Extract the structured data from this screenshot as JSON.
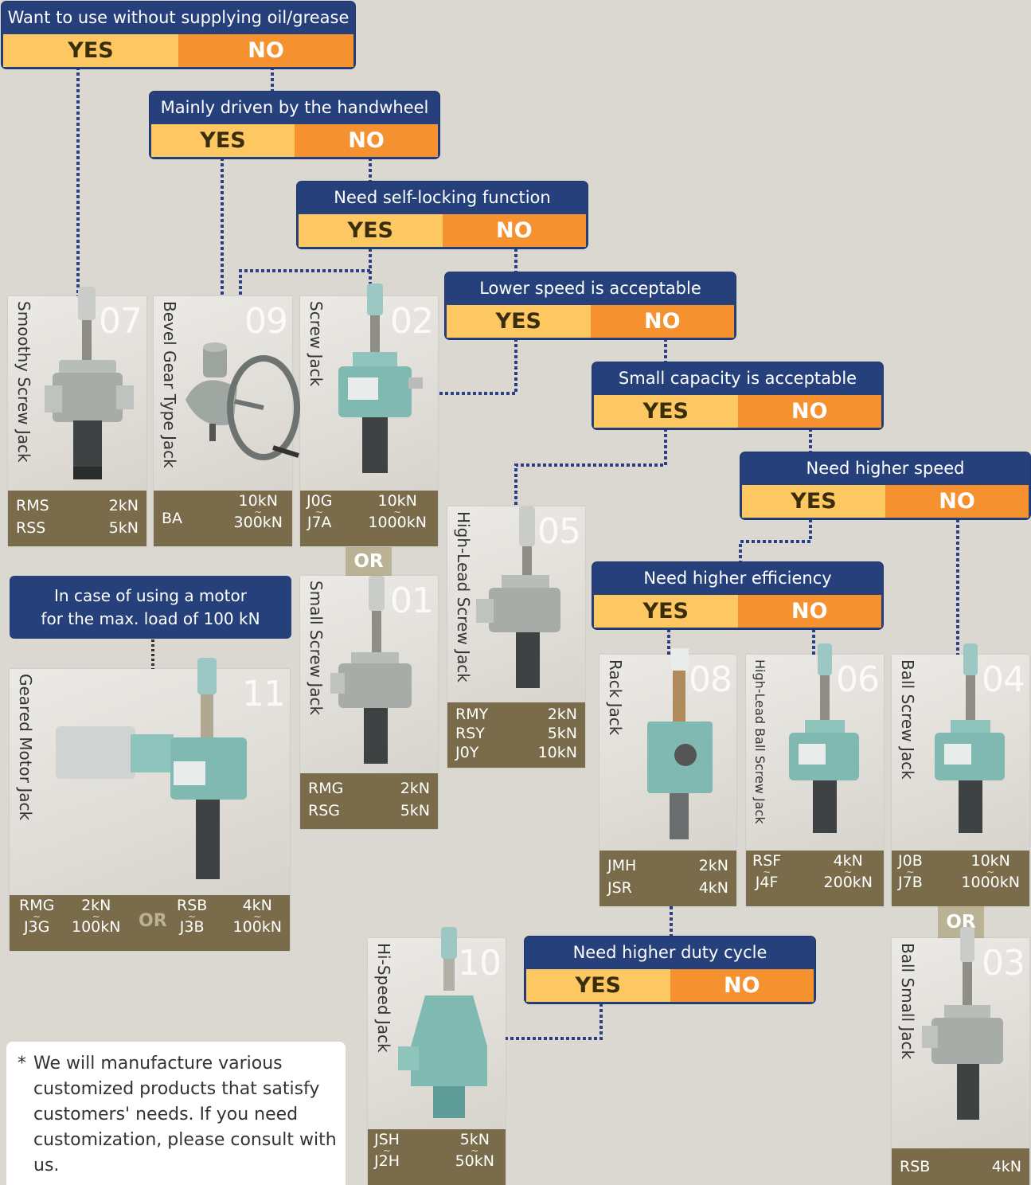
{
  "questions": [
    {
      "id": "oil",
      "text": "Want to use without supplying oil/grease",
      "yes": "YES",
      "no": "NO"
    },
    {
      "id": "handwheel",
      "text": "Mainly driven by the handwheel",
      "yes": "YES",
      "no": "NO"
    },
    {
      "id": "selflock",
      "text": "Need self-locking function",
      "yes": "YES",
      "no": "NO"
    },
    {
      "id": "lowspeed",
      "text": "Lower speed is acceptable",
      "yes": "YES",
      "no": "NO"
    },
    {
      "id": "smallcap",
      "text": "Small capacity is acceptable",
      "yes": "YES",
      "no": "NO"
    },
    {
      "id": "highspeed",
      "text": "Need higher speed",
      "yes": "YES",
      "no": "NO"
    },
    {
      "id": "efficiency",
      "text": "Need higher efficiency",
      "yes": "YES",
      "no": "NO"
    },
    {
      "id": "duty",
      "text": "Need higher duty cycle",
      "yes": "YES",
      "no": "NO"
    }
  ],
  "motor_question": {
    "line1": "In case of using a motor",
    "line2": "for the max. load of 100 kN"
  },
  "or_label": "OR",
  "tilde": "~",
  "products": {
    "p07": {
      "num": "07",
      "name": "Smoothy Screw Jack",
      "rows": [
        [
          "RMS",
          "2kN"
        ],
        [
          "RSS",
          "5kN"
        ]
      ]
    },
    "p09": {
      "num": "09",
      "name": "Bevel Gear Type Jack",
      "model": "BA",
      "cap_from": "10kN",
      "cap_to": "300kN"
    },
    "p02": {
      "num": "02",
      "name": "Screw Jack",
      "model_from": "J0G",
      "model_to": "J7A",
      "cap_from": "10kN",
      "cap_to": "1000kN"
    },
    "p01": {
      "num": "01",
      "name": "Small Screw Jack",
      "rows": [
        [
          "RMG",
          "2kN"
        ],
        [
          "RSG",
          "5kN"
        ]
      ]
    },
    "p05": {
      "num": "05",
      "name": "High-Lead Screw Jack",
      "rows": [
        [
          "RMY",
          "2kN"
        ],
        [
          "RSY",
          "5kN"
        ],
        [
          "J0Y",
          "10kN"
        ]
      ]
    },
    "p08": {
      "num": "08",
      "name": "Rack Jack",
      "rows": [
        [
          "JMH",
          "2kN"
        ],
        [
          "JSR",
          "4kN"
        ]
      ]
    },
    "p06": {
      "num": "06",
      "name": "High-Lead Ball Screw Jack",
      "model_from": "RSF",
      "model_to": "J4F",
      "cap_from": "4kN",
      "cap_to": "200kN"
    },
    "p04": {
      "num": "04",
      "name": "Ball Screw Jack",
      "model_from": "J0B",
      "model_to": "J7B",
      "cap_from": "10kN",
      "cap_to": "1000kN"
    },
    "p03": {
      "num": "03",
      "name": "Ball Small Jack",
      "rows": [
        [
          "RSB",
          "4kN"
        ]
      ]
    },
    "p10": {
      "num": "10",
      "name": "Hi-Speed Jack",
      "model_from": "JSH",
      "model_to": "J2H",
      "cap_from": "5kN",
      "cap_to": "50kN"
    },
    "p11": {
      "num": "11",
      "name": "Geared Motor Jack",
      "a_model_from": "RMG",
      "a_model_to": "J3G",
      "a_cap_from": "2kN",
      "a_cap_to": "100kN",
      "b_model_from": "RSB",
      "b_model_to": "J3B",
      "b_cap_from": "4kN",
      "b_cap_to": "100kN"
    }
  },
  "note": {
    "mark": "*",
    "text": "We will manufacture various customized products that satisfy customers' needs. If you need customization, please consult with us."
  },
  "colors": {
    "question_bg": "#25407a",
    "yes_bg": "#fdc762",
    "no_bg": "#f5922f",
    "footer_bg": "#7a6c4b",
    "background": "#dbd8d2",
    "jack_teal": "#8fc4bd",
    "jack_grey": "#b9bdb9"
  }
}
